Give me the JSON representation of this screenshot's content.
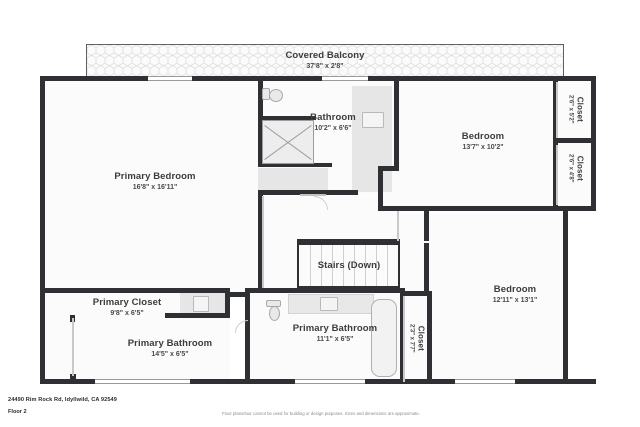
{
  "document": {
    "address": "24490 Rim Rock Rd, Idyllwild, CA 92549",
    "floor_label": "Floor 2",
    "disclaimer": "Floor plans/tour cannot be used for building or design purposes. Sizes and dimensions are approximate."
  },
  "colors": {
    "wall": "#2f3033",
    "floor": "#fbfbfb",
    "fixture_fill": "#e8e8e8",
    "fixture_stroke": "#b0b0b0",
    "label_text": "#3c3c3c",
    "page_background": "#ffffff"
  },
  "rooms": {
    "balcony": {
      "name": "Covered Balcony",
      "dimensions": "37'8\" x 2'8\""
    },
    "primary_bedroom": {
      "name": "Primary Bedroom",
      "dimensions": "16'8\" x 16'11\""
    },
    "bathroom": {
      "name": "Bathroom",
      "dimensions": "10'2\" x 6'6\""
    },
    "bedroom_top_right": {
      "name": "Bedroom",
      "dimensions": "13'7\" x 10'2\""
    },
    "closet_right_upper": {
      "name": "Closet",
      "dimensions": "2'6\" x 5'2\""
    },
    "closet_right_lower": {
      "name": "Closet",
      "dimensions": "2'6\" x 4'8\""
    },
    "bedroom_bottom_right": {
      "name": "Bedroom",
      "dimensions": "12'11\" x 13'1\""
    },
    "stairs": {
      "name": "Stairs (Down)",
      "dimensions": ""
    },
    "primary_closet": {
      "name": "Primary Closet",
      "dimensions": "9'8\" x 6'5\""
    },
    "primary_bathroom_left": {
      "name": "Primary Bathroom",
      "dimensions": "14'5\" x 6'5\""
    },
    "primary_bathroom_mid": {
      "name": "Primary Bathroom",
      "dimensions": "11'1\" x 6'5\""
    },
    "closet_center_bottom": {
      "name": "Closet",
      "dimensions": "2'3\" x 7'7\""
    }
  },
  "fixtures": [
    {
      "name": "toilet-bathroom",
      "type": "toilet"
    },
    {
      "name": "shower-bathroom",
      "type": "shower"
    },
    {
      "name": "vanity-bathroom",
      "type": "vanity"
    },
    {
      "name": "toilet-primary-bathroom",
      "type": "toilet"
    },
    {
      "name": "vanity-primary-bathroom",
      "type": "vanity"
    },
    {
      "name": "bathtub-primary-bathroom",
      "type": "bathtub"
    },
    {
      "name": "vanity-primary-closet",
      "type": "vanity"
    }
  ]
}
